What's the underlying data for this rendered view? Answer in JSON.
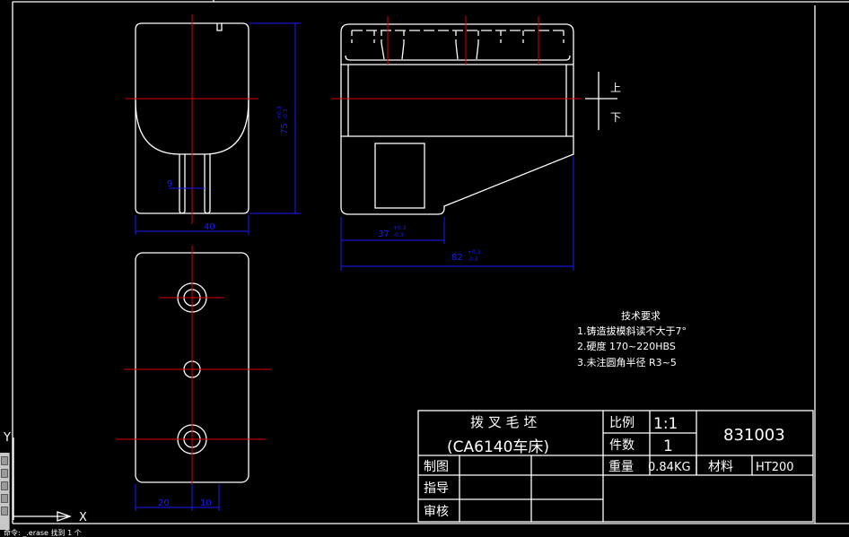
{
  "drawing": {
    "title_block": {
      "part_name": "拨 叉 毛 坯",
      "machine": "(CA6140车床)",
      "scale_label": "比例",
      "scale_value": "1:1",
      "qty_label": "件数",
      "qty_value": "1",
      "drawing_no": "831003",
      "weight_label": "重量",
      "weight_value": "0.84KG",
      "material_label": "材料",
      "material_value": "HT200",
      "drawn_label": "制图",
      "guide_label": "指导",
      "review_label": "审核"
    },
    "tech_req": {
      "title": "技术要求",
      "items": [
        "1.铸造拔模斜读不大于7°",
        "2.硬度 170~220HBS",
        "3.未注圆角半径 R3~5"
      ]
    },
    "dimensions": {
      "height": "75",
      "height_tol_upper": "+0.3",
      "height_tol_lower": "-0.3",
      "width_top": "40",
      "slot": "9",
      "len1": "37",
      "len1_tol_upper": "+0.3",
      "len1_tol_lower": "-0.3",
      "len2": "82",
      "len2_tol_upper": "+0.3",
      "len2_tol_lower": "-0.3",
      "bottom_left": "20",
      "bottom_right": "10"
    },
    "parting_mark": {
      "upper": "上",
      "lower": "下"
    },
    "ucs": {
      "x_label": "X",
      "y_label": "Y"
    }
  },
  "statusbar": {
    "text": "命令: _.erase 找到 1 个"
  },
  "colors": {
    "background": "#000000",
    "outline": "#ffffff",
    "centerline": "#e00000",
    "dimension": "#1a1aff"
  }
}
